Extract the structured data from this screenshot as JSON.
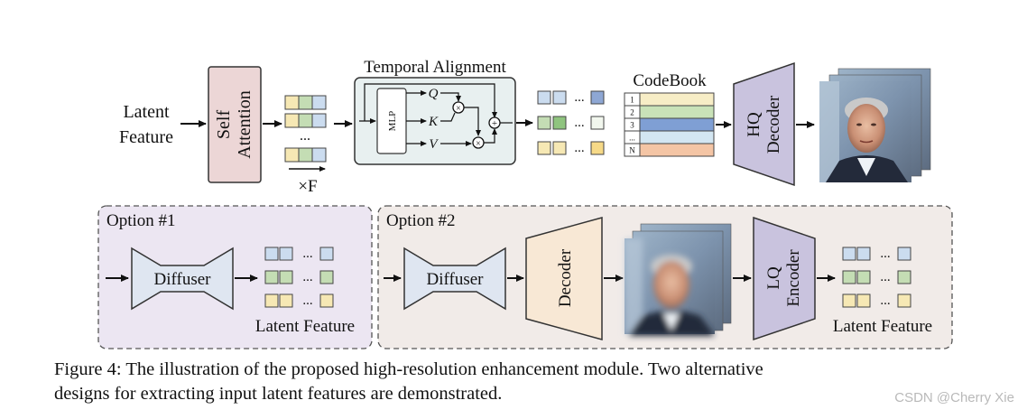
{
  "top": {
    "input_label_line1": "Latent",
    "input_label_line2": "Feature",
    "self_attention_line1": "Self",
    "self_attention_line2": "Attention",
    "stack_dots": "...",
    "frames_label": "×F",
    "temporal_alignment_title": "Temporal Alignment",
    "mlp_label": "MLP",
    "q_label": "Q",
    "k_label": "K",
    "v_label": "V",
    "multiply_symbol": "⊗",
    "add_symbol": "⊕",
    "output_dots": "...",
    "codebook_title": "CodeBook",
    "codebook_rows": [
      {
        "index": "1",
        "color": "#f7edc6"
      },
      {
        "index": "2",
        "color": "#c9e2b8"
      },
      {
        "index": "3",
        "color": "#7f9fd4"
      },
      {
        "index": "...",
        "color": "#d3e6f2"
      },
      {
        "index": "N",
        "color": "#f4c5a5"
      }
    ],
    "hq_decoder_line1": "HQ",
    "hq_decoder_line2": "Decoder"
  },
  "option1": {
    "title": "Option #1",
    "diffuser_label": "Diffuser",
    "latent_dots": "...",
    "latent_label": "Latent Feature"
  },
  "option2": {
    "title": "Option #2",
    "diffuser_label": "Diffuser",
    "decoder_label": "Decoder",
    "lq_encoder_line1": "LQ",
    "lq_encoder_line2": "Encoder",
    "latent_dots": "...",
    "latent_label": "Latent Feature"
  },
  "colors": {
    "self_attention_fill": "#ecd6d6",
    "temporal_fill": "#e8f0f0",
    "hq_decoder_fill": "#c9c3de",
    "option1_fill": "#ece6f2",
    "option2_fill": "#f1ebe8",
    "diffuser_fill": "#dfe6f1",
    "decoder_fill": "#f8e8d5",
    "lq_encoder_fill": "#c9c3de",
    "feat_yellow": "#f6e8b4",
    "feat_green": "#c4ddb4",
    "feat_blue": "#cbdcef",
    "feat_dark_blue": "#8ea7d4"
  },
  "caption": {
    "line1": "Figure 4: The illustration of the proposed high-resolution enhancement module. Two alternative",
    "line2": "designs for extracting input latent features are demonstrated."
  },
  "watermark": "CSDN @Cherry Xie"
}
